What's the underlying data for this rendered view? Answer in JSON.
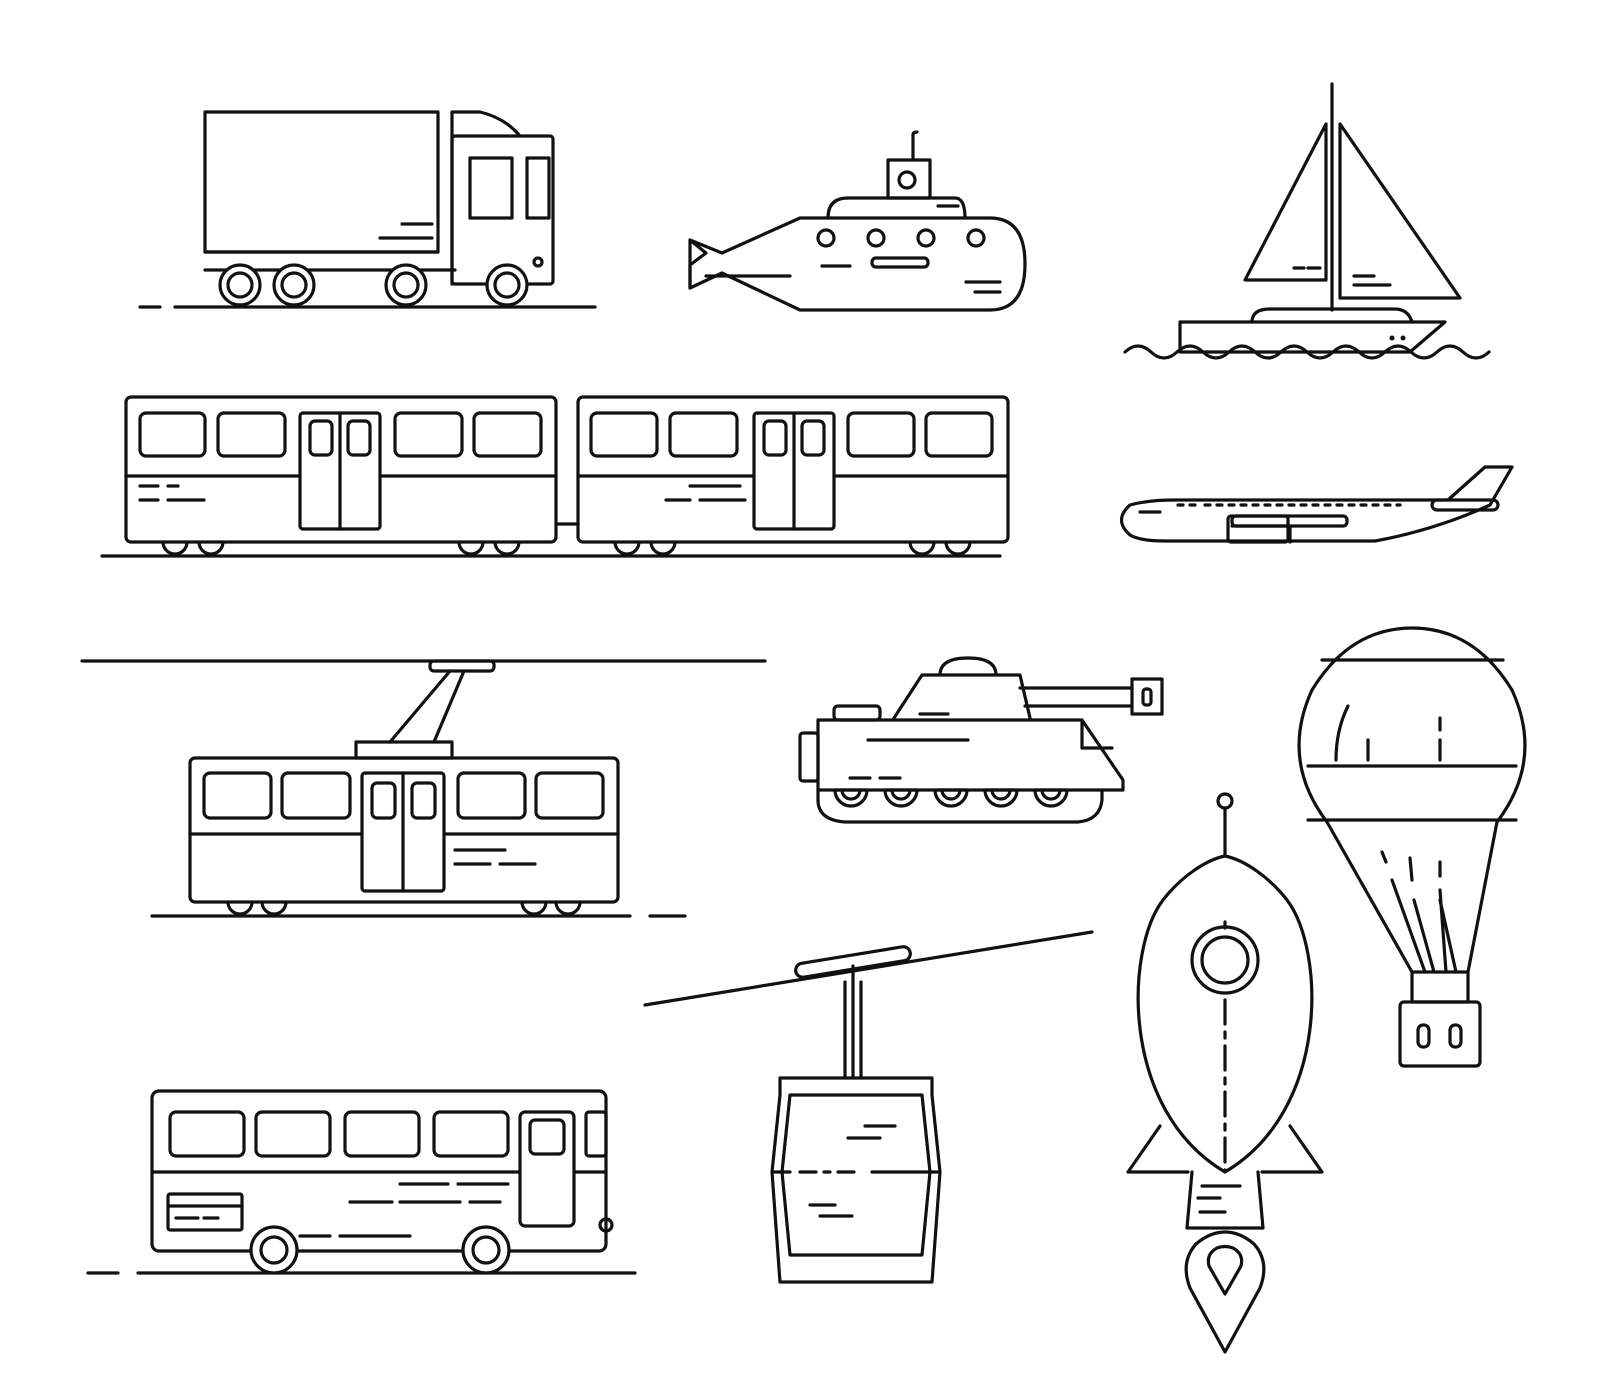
{
  "canvas": {
    "background": "#ffffff",
    "stroke_color": "#111111"
  },
  "icons": [
    {
      "id": "truck",
      "icon": "truck-icon"
    },
    {
      "id": "submarine",
      "icon": "submarine-icon"
    },
    {
      "id": "sailboat",
      "icon": "sailboat-icon"
    },
    {
      "id": "train",
      "icon": "train-icon"
    },
    {
      "id": "airplane",
      "icon": "airplane-icon"
    },
    {
      "id": "tram",
      "icon": "tram-icon"
    },
    {
      "id": "tank",
      "icon": "tank-icon"
    },
    {
      "id": "hot-air-balloon",
      "icon": "hot-air-balloon-icon"
    },
    {
      "id": "rocket",
      "icon": "rocket-icon"
    },
    {
      "id": "cable-car",
      "icon": "cable-car-icon"
    },
    {
      "id": "bus",
      "icon": "bus-icon"
    }
  ]
}
